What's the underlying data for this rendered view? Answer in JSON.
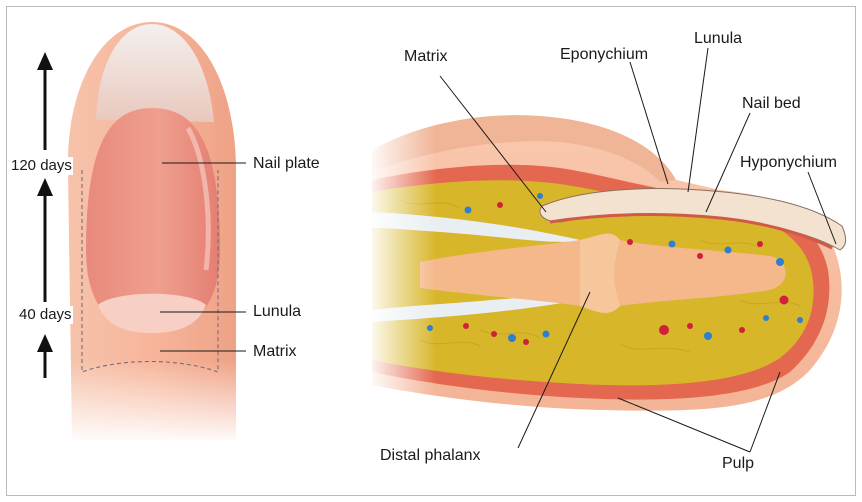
{
  "finger_labels": {
    "nail_plate": "Nail plate",
    "lunula": "Lunula",
    "matrix": "Matrix"
  },
  "growth": {
    "long_period": "120 days",
    "short_period": "40 days"
  },
  "section_labels": {
    "matrix": "Matrix",
    "eponychium": "Eponychium",
    "lunula": "Lunula",
    "nail_bed": "Nail bed",
    "hyponychium": "Hyponychium",
    "distal_phalanx": "Distal phalanx",
    "pulp": "Pulp"
  },
  "colors": {
    "skin": "#f2ae93",
    "nail": "#e9897e",
    "fat": "#d8b62a",
    "bone": "#f5b88a",
    "dermis": "#e4684f",
    "vessel_red": "#d0203a",
    "vessel_blue": "#2f7fd0"
  }
}
